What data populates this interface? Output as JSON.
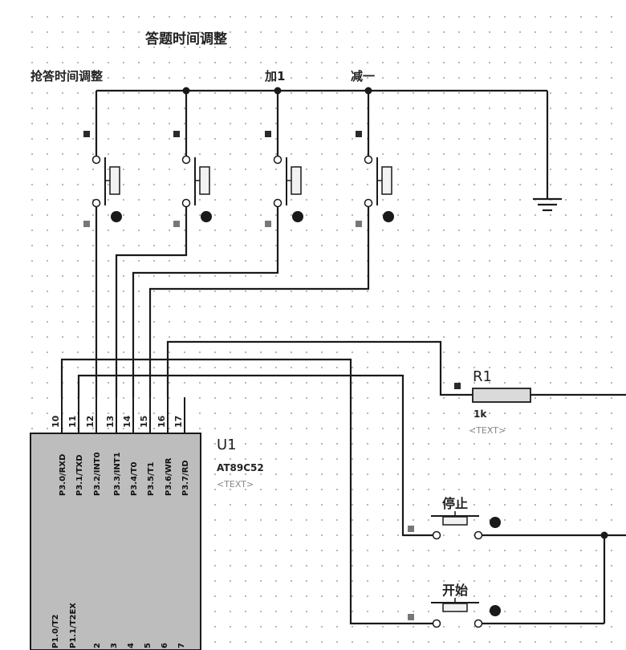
{
  "title": "答题时间调整",
  "switch_labels": {
    "s1": "抢答时间调整",
    "s2": "加1",
    "s3": "减一"
  },
  "mcu": {
    "ref": "U1",
    "part": "AT89C52",
    "text": "<TEXT>",
    "top_pin_numbers": [
      "10",
      "11",
      "12",
      "13",
      "14",
      "15",
      "16",
      "17"
    ],
    "top_pin_names": [
      "P3.0/RXD",
      "P3.1/TXD",
      "P3.2/INT0",
      "P3.3/INT1",
      "P3.4/T0",
      "P3.5/T1",
      "P3.6/WR",
      "P3.7/RD"
    ],
    "left_pin_names": [
      "P1.0/T2",
      "P1.1/T2EX"
    ],
    "bottom_pin_numbers": [
      "2",
      "3",
      "4",
      "5",
      "6",
      "7"
    ]
  },
  "resistor": {
    "ref": "R1",
    "value": "1k",
    "text": "<TEXT>"
  },
  "buttons": {
    "stop": "停止",
    "start": "开始"
  },
  "colors": {
    "grid_dot": "#9aa0a6",
    "wire": "#1a1a1a",
    "chip_body": "#bdbdbd",
    "pin_marker": "#5a5a5a"
  }
}
